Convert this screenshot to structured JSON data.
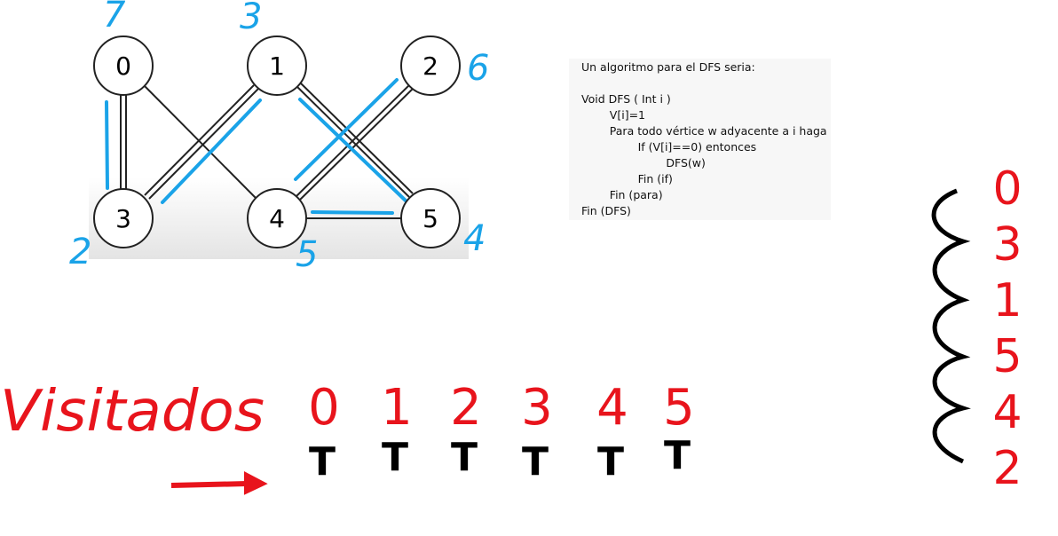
{
  "graph": {
    "nodes": [
      {
        "id": "0",
        "order": "7"
      },
      {
        "id": "1",
        "order": "3"
      },
      {
        "id": "2",
        "order": "6"
      },
      {
        "id": "3",
        "order": "2"
      },
      {
        "id": "4",
        "order": "5"
      },
      {
        "id": "5",
        "order": "4"
      }
    ],
    "edges": [
      [
        "0",
        "3"
      ],
      [
        "0",
        "4"
      ],
      [
        "1",
        "3"
      ],
      [
        "1",
        "5"
      ],
      [
        "2",
        "4"
      ],
      [
        "4",
        "5"
      ]
    ],
    "highlighted_edges": [
      [
        "0",
        "3"
      ],
      [
        "1",
        "3"
      ],
      [
        "1",
        "5"
      ],
      [
        "2",
        "4"
      ],
      [
        "4",
        "5"
      ]
    ]
  },
  "code": {
    "title": "Un algoritmo para el DFS seria:",
    "lines": [
      "Void DFS ( Int i )",
      "        V[i]=1",
      "        Para todo vértice w adyacente a i haga",
      "                If (V[i]==0) entonces",
      "                        DFS(w)",
      "                Fin (if)",
      "        Fin (para)",
      "Fin (DFS)"
    ]
  },
  "visitados": {
    "label": "Visitados",
    "indices": [
      "0",
      "1",
      "2",
      "3",
      "4",
      "5"
    ],
    "values": [
      "T",
      "T",
      "T",
      "T",
      "T",
      "T"
    ]
  },
  "order_stack": [
    "0",
    "3",
    "1",
    "5",
    "4",
    "2"
  ],
  "colors": {
    "blue": "#1aa3e8",
    "red": "#e8141c",
    "black": "#000000"
  }
}
